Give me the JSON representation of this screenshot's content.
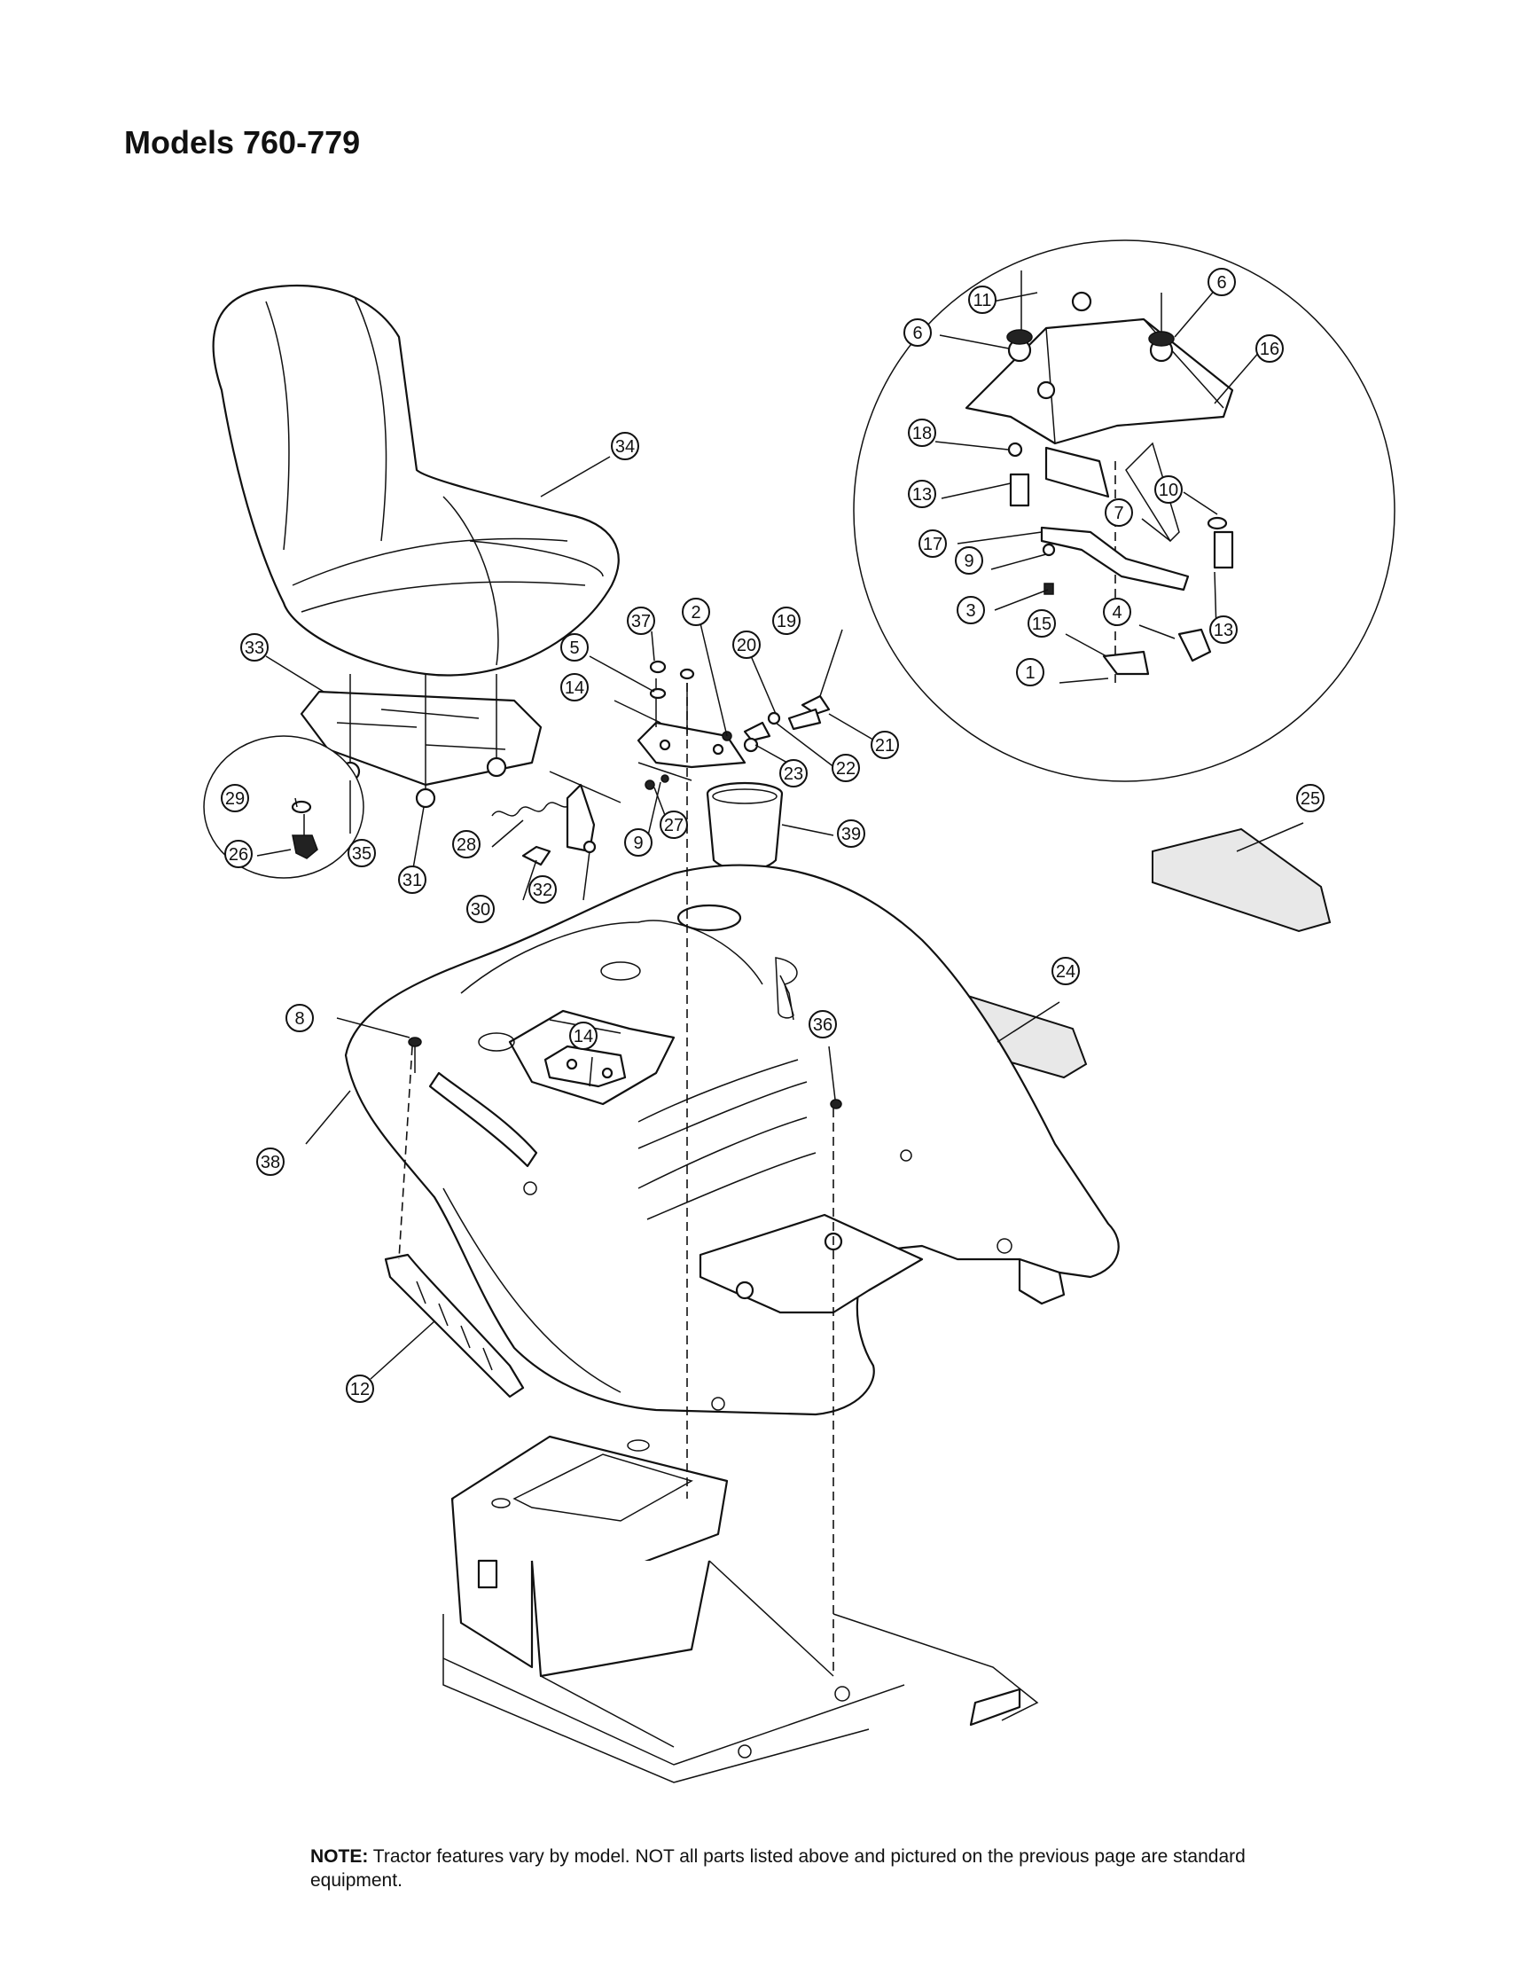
{
  "page": {
    "title": "Models 760-779"
  },
  "note": {
    "label": "NOTE:",
    "text": "Tractor features vary by model. NOT all parts listed above and pictured on the previous page are standard equipment."
  },
  "callouts": [
    {
      "id": "1",
      "label": "1"
    },
    {
      "id": "2",
      "label": "2"
    },
    {
      "id": "3",
      "label": "3"
    },
    {
      "id": "4",
      "label": "4"
    },
    {
      "id": "5",
      "label": "5"
    },
    {
      "id": "6a",
      "label": "6"
    },
    {
      "id": "6b",
      "label": "6"
    },
    {
      "id": "7",
      "label": "7"
    },
    {
      "id": "8",
      "label": "8"
    },
    {
      "id": "9a",
      "label": "9"
    },
    {
      "id": "9b",
      "label": "9"
    },
    {
      "id": "10",
      "label": "10"
    },
    {
      "id": "11",
      "label": "11"
    },
    {
      "id": "12",
      "label": "12"
    },
    {
      "id": "13a",
      "label": "13"
    },
    {
      "id": "13b",
      "label": "13"
    },
    {
      "id": "14a",
      "label": "14"
    },
    {
      "id": "14b",
      "label": "14"
    },
    {
      "id": "15",
      "label": "15"
    },
    {
      "id": "16",
      "label": "16"
    },
    {
      "id": "17",
      "label": "17"
    },
    {
      "id": "18",
      "label": "18"
    },
    {
      "id": "19",
      "label": "19"
    },
    {
      "id": "20",
      "label": "20"
    },
    {
      "id": "21",
      "label": "21"
    },
    {
      "id": "22",
      "label": "22"
    },
    {
      "id": "23",
      "label": "23"
    },
    {
      "id": "24",
      "label": "24"
    },
    {
      "id": "25",
      "label": "25"
    },
    {
      "id": "26",
      "label": "26"
    },
    {
      "id": "27",
      "label": "27"
    },
    {
      "id": "28",
      "label": "28"
    },
    {
      "id": "29",
      "label": "29"
    },
    {
      "id": "30",
      "label": "30"
    },
    {
      "id": "31",
      "label": "31"
    },
    {
      "id": "32",
      "label": "32"
    },
    {
      "id": "33",
      "label": "33"
    },
    {
      "id": "34",
      "label": "34"
    },
    {
      "id": "35",
      "label": "35"
    },
    {
      "id": "36",
      "label": "36"
    },
    {
      "id": "37",
      "label": "37"
    },
    {
      "id": "38",
      "label": "38"
    },
    {
      "id": "39",
      "label": "39"
    }
  ]
}
